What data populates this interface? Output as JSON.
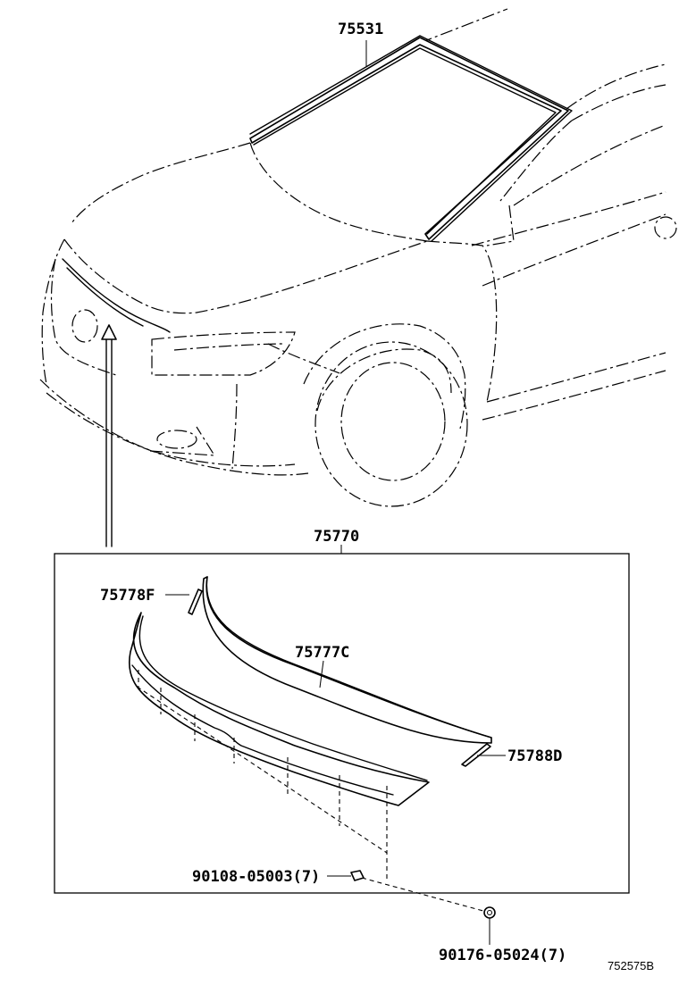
{
  "diagram": {
    "labels": {
      "windshield_molding": "75531",
      "hood_molding_set": "75770",
      "molding_f": "75778F",
      "molding_c": "75777C",
      "molding_d": "75788D",
      "clip_upper": "90108-05003(7)",
      "clip_lower": "90176-05024(7)"
    },
    "figure_code": "752575B"
  }
}
